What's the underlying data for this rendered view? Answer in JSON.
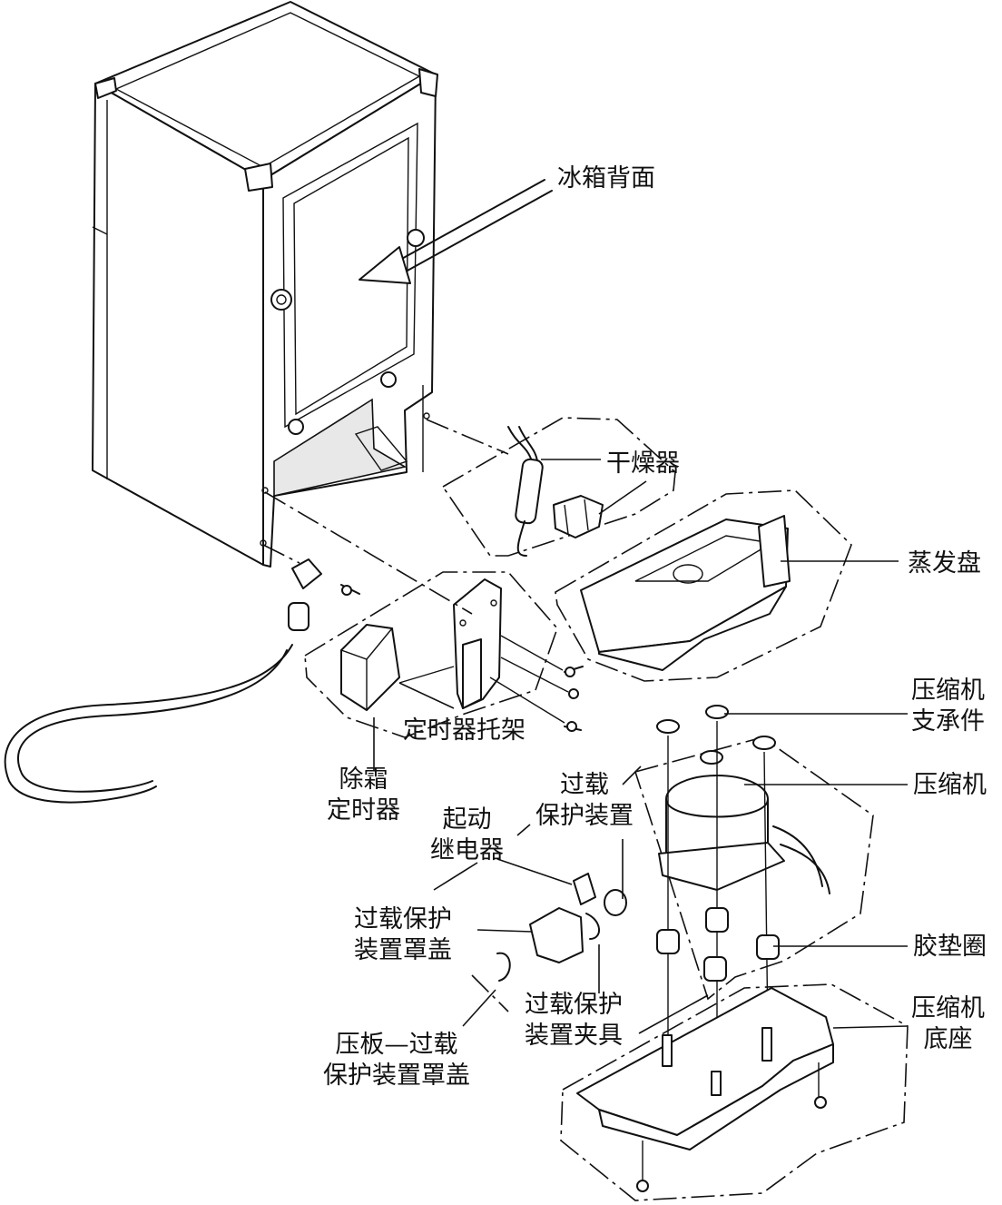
{
  "labels": {
    "fridge_back": "冰箱背面",
    "drier": "干燥器",
    "evap_tray": "蒸发盘",
    "comp_support": [
      "压缩机",
      "支承件"
    ],
    "compressor": "压缩机",
    "overload_protector": [
      "过载",
      "保护装置"
    ],
    "start_relay": [
      "起动",
      "继电器"
    ],
    "timer_bracket": "定时器托架",
    "defrost_timer": [
      "除霜",
      "定时器"
    ],
    "overload_cover": [
      "过载保护",
      "装置罩盖"
    ],
    "grommet": "胶垫圈",
    "overload_clip": [
      "过载保护",
      "装置夹具"
    ],
    "comp_base": [
      "压缩机",
      "底座"
    ],
    "cover_plate": [
      "压板—过载",
      "保护装置罩盖"
    ]
  }
}
